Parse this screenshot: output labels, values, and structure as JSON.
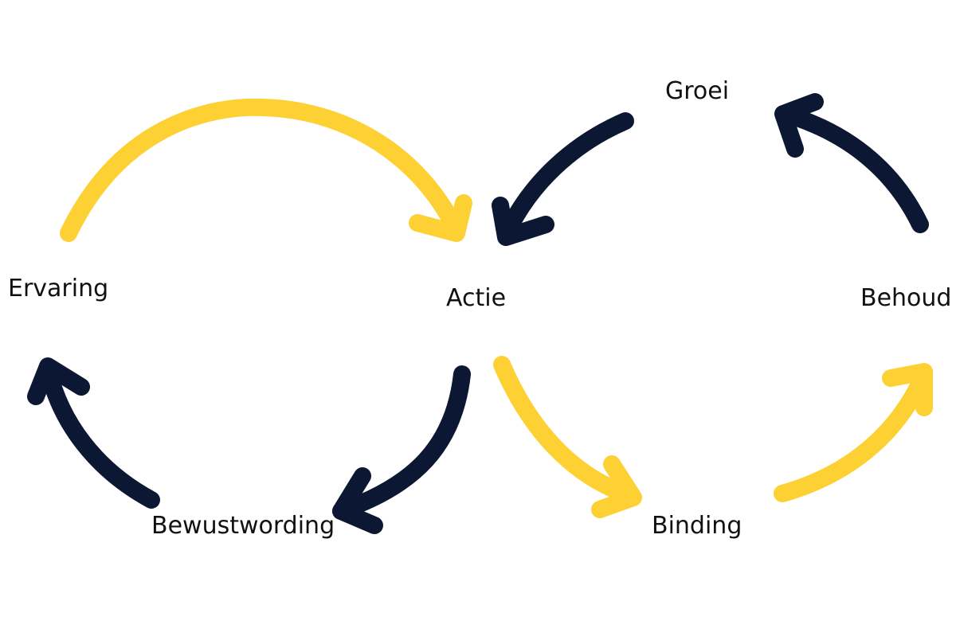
{
  "colors": {
    "yellow": "#FDD033",
    "navy": "#0C1833",
    "text": "#111111",
    "background": "#FFFFFF"
  },
  "nodes": {
    "ervaring": "Ervaring",
    "actie": "Actie",
    "behoud": "Behoud",
    "groei": "Groei",
    "bewustwording": "Bewustwording",
    "binding": "Binding"
  },
  "arrows": [
    {
      "from": "Ervaring",
      "to": "Actie",
      "color": "yellow"
    },
    {
      "from": "Groei",
      "to": "Actie",
      "color": "navy"
    },
    {
      "from": "Behoud",
      "to": "Groei",
      "color": "navy"
    },
    {
      "from": "Actie",
      "to": "Bewustwording",
      "color": "navy"
    },
    {
      "from": "Bewustwording",
      "to": "Ervaring",
      "color": "navy"
    },
    {
      "from": "Actie",
      "to": "Binding",
      "color": "yellow"
    },
    {
      "from": "Binding",
      "to": "Behoud",
      "color": "yellow"
    }
  ]
}
